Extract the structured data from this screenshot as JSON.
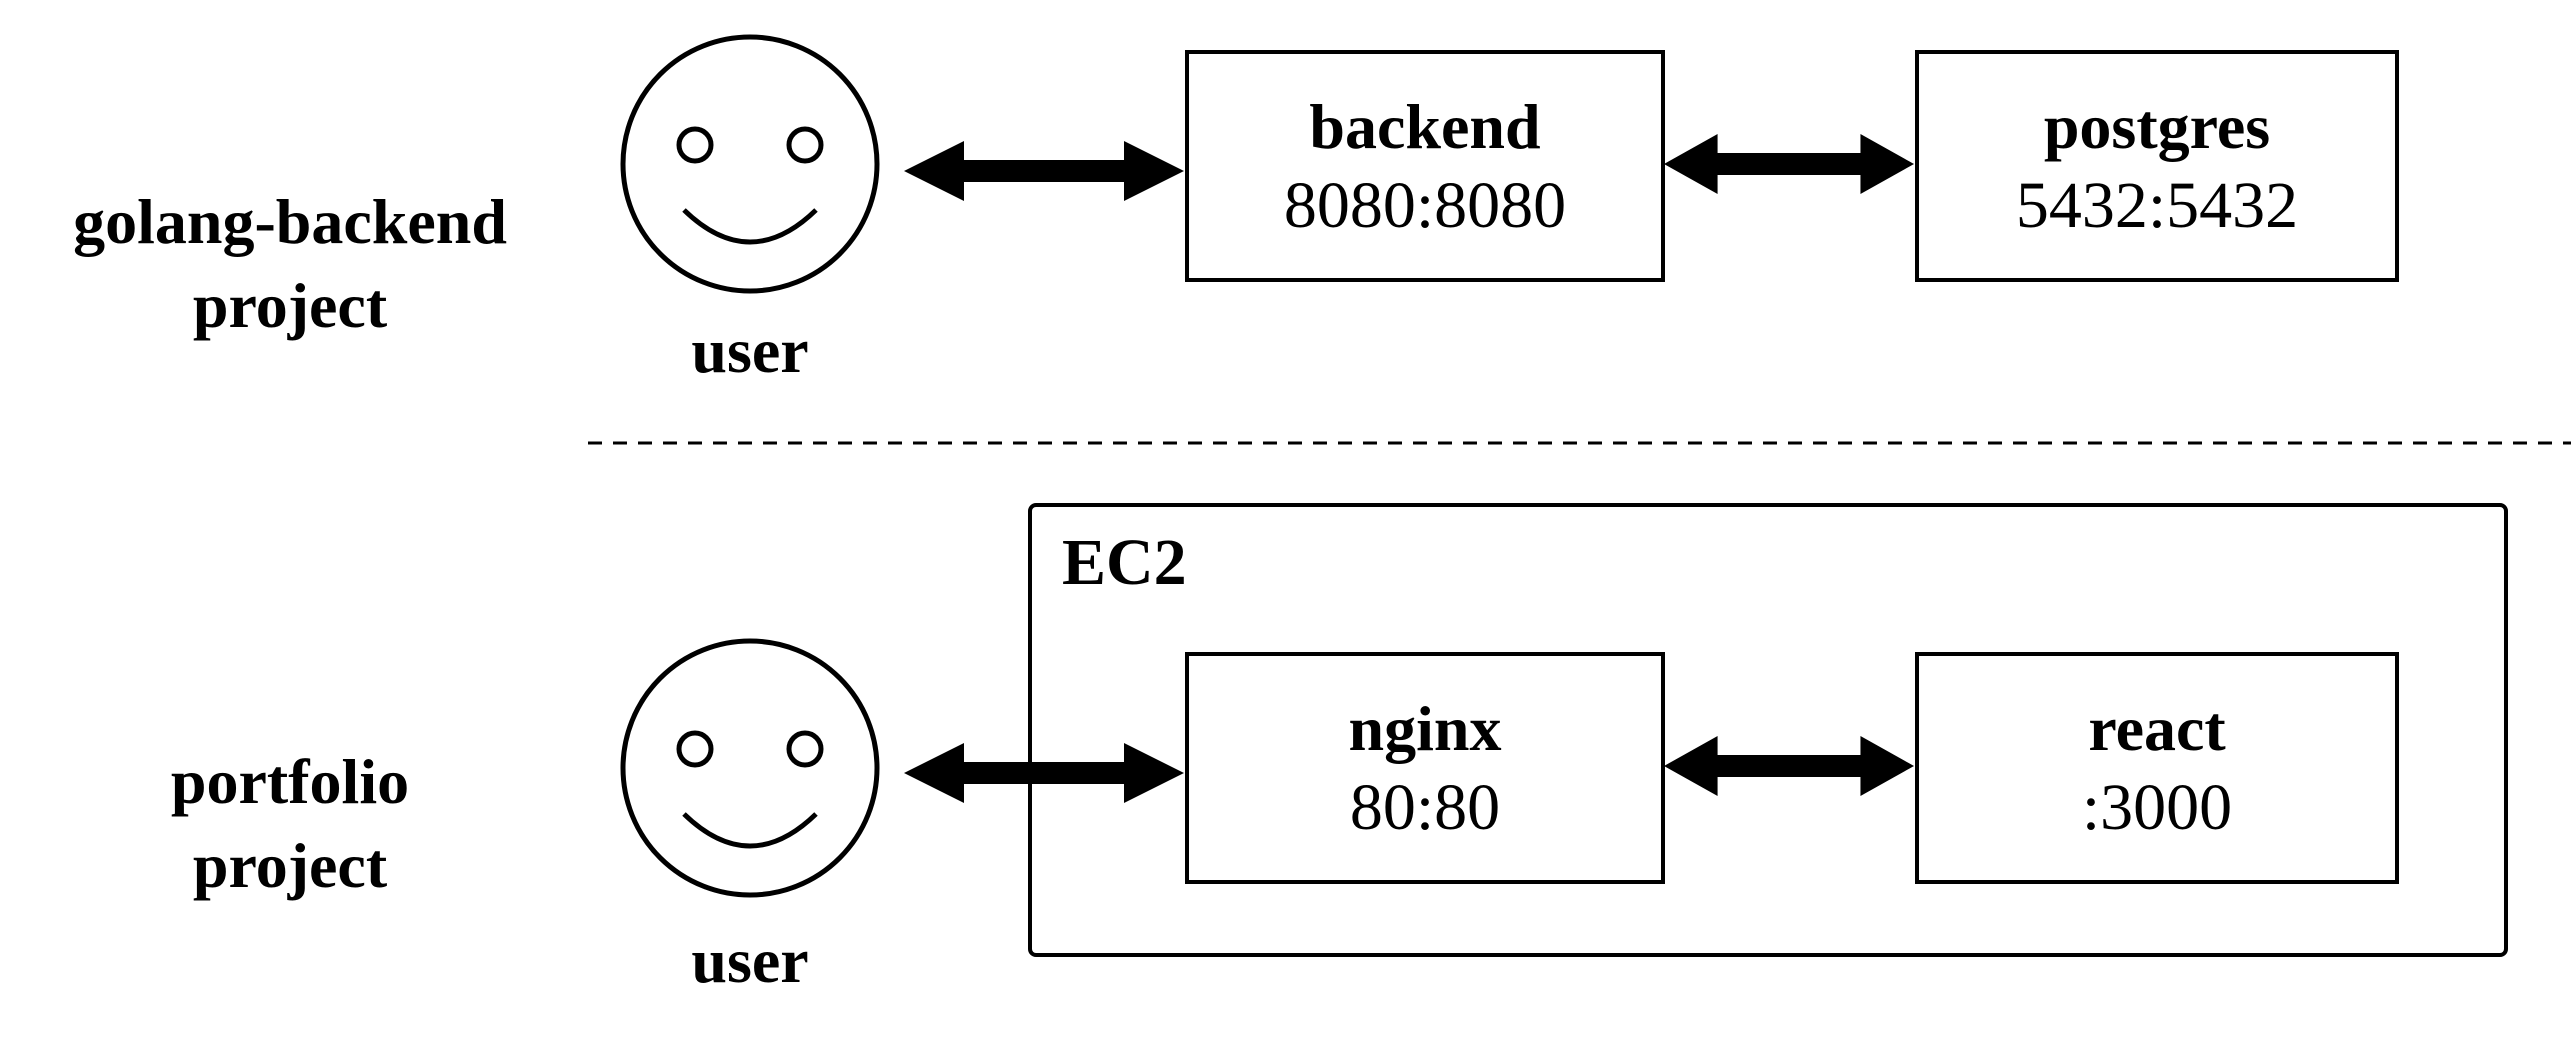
{
  "projects": [
    {
      "label_line1": "golang-backend",
      "label_line2": "project",
      "user_label": "user",
      "nodes": [
        {
          "name": "backend",
          "port": "8080:8080"
        },
        {
          "name": "postgres",
          "port": "5432:5432"
        }
      ]
    },
    {
      "label_line1": "portfolio",
      "label_line2": "project",
      "user_label": "user",
      "container_label": "EC2",
      "nodes": [
        {
          "name": "nginx",
          "port": "80:80"
        },
        {
          "name": "react",
          "port": ":3000"
        }
      ]
    }
  ],
  "icons": {
    "user": "smiley-face-icon",
    "connection": "double-arrow-icon"
  },
  "colors": {
    "stroke": "#000000",
    "background": "#ffffff"
  }
}
